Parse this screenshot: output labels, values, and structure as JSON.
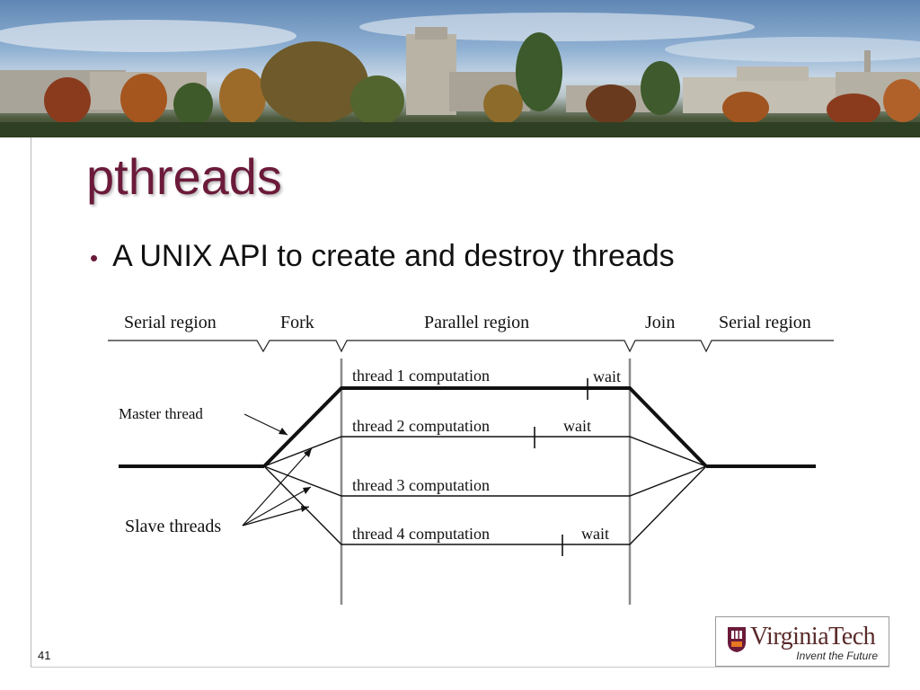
{
  "slide": {
    "title": "pthreads",
    "bullets": [
      "A UNIX API to create and destroy threads"
    ],
    "page_number": "41"
  },
  "diagram": {
    "regions": [
      "Serial region",
      "Fork",
      "Parallel region",
      "Join",
      "Serial region"
    ],
    "threads": [
      {
        "label": "thread 1 computation",
        "wait": "wait"
      },
      {
        "label": "thread 2 computation",
        "wait": "wait"
      },
      {
        "label": "thread 3 computation",
        "wait": ""
      },
      {
        "label": "thread 4 computation",
        "wait": "wait"
      }
    ],
    "master_label": "Master thread",
    "slave_label": "Slave threads"
  },
  "logo": {
    "name": "VirginiaTech",
    "tagline": "Invent the Future",
    "primary_color": "#6b1a3a",
    "accent_color": "#e87722"
  },
  "colors": {
    "title": "#6b1a3a",
    "bullet": "#6b1a3a"
  }
}
